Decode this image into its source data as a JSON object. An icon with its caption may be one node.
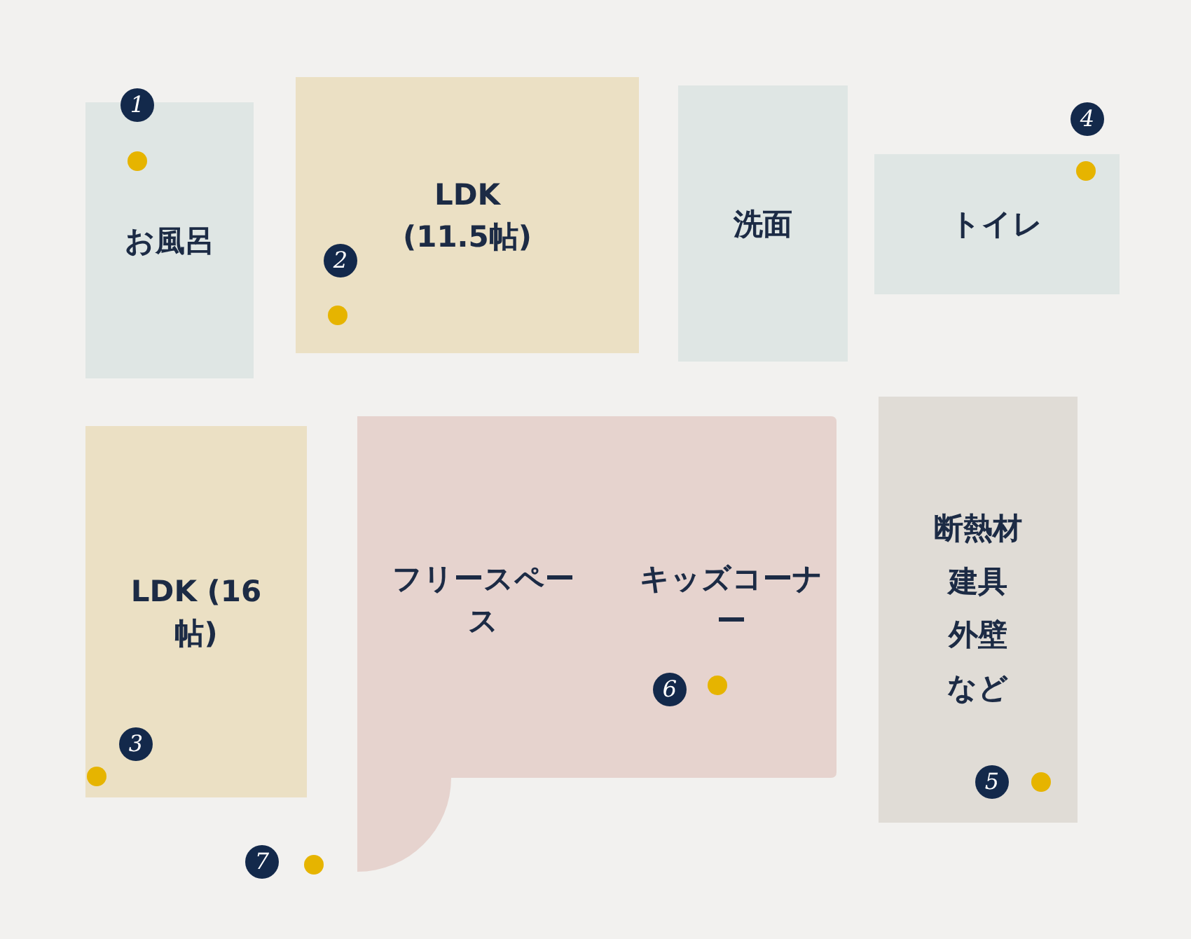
{
  "diagram": {
    "nodes": [
      {
        "text": [
          "お風呂"
        ]
      },
      {
        "text": [
          "LDK (11.5帖)"
        ]
      },
      {
        "text": [
          "洗面"
        ]
      },
      {
        "text": [
          "トイレ"
        ]
      },
      {
        "text": [
          "LDK (16帖)"
        ]
      },
      {
        "text": [
          "フリースペース",
          "キッズコーナー"
        ]
      },
      {
        "text": [
          "断熱材",
          "建具",
          "外壁",
          "など"
        ]
      }
    ],
    "labels": [
      "1",
      "2",
      "3",
      "4",
      "5",
      "6",
      "7"
    ]
  }
}
